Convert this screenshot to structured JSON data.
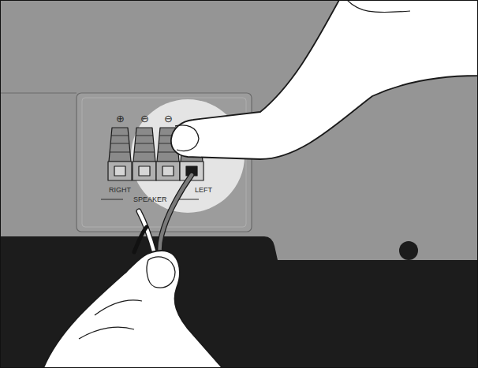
{
  "diagram": {
    "labels": [
      "⊕",
      "⊖",
      "⊖",
      "RIGHT",
      "SPEAKER",
      "LEFT"
    ]
  }
}
